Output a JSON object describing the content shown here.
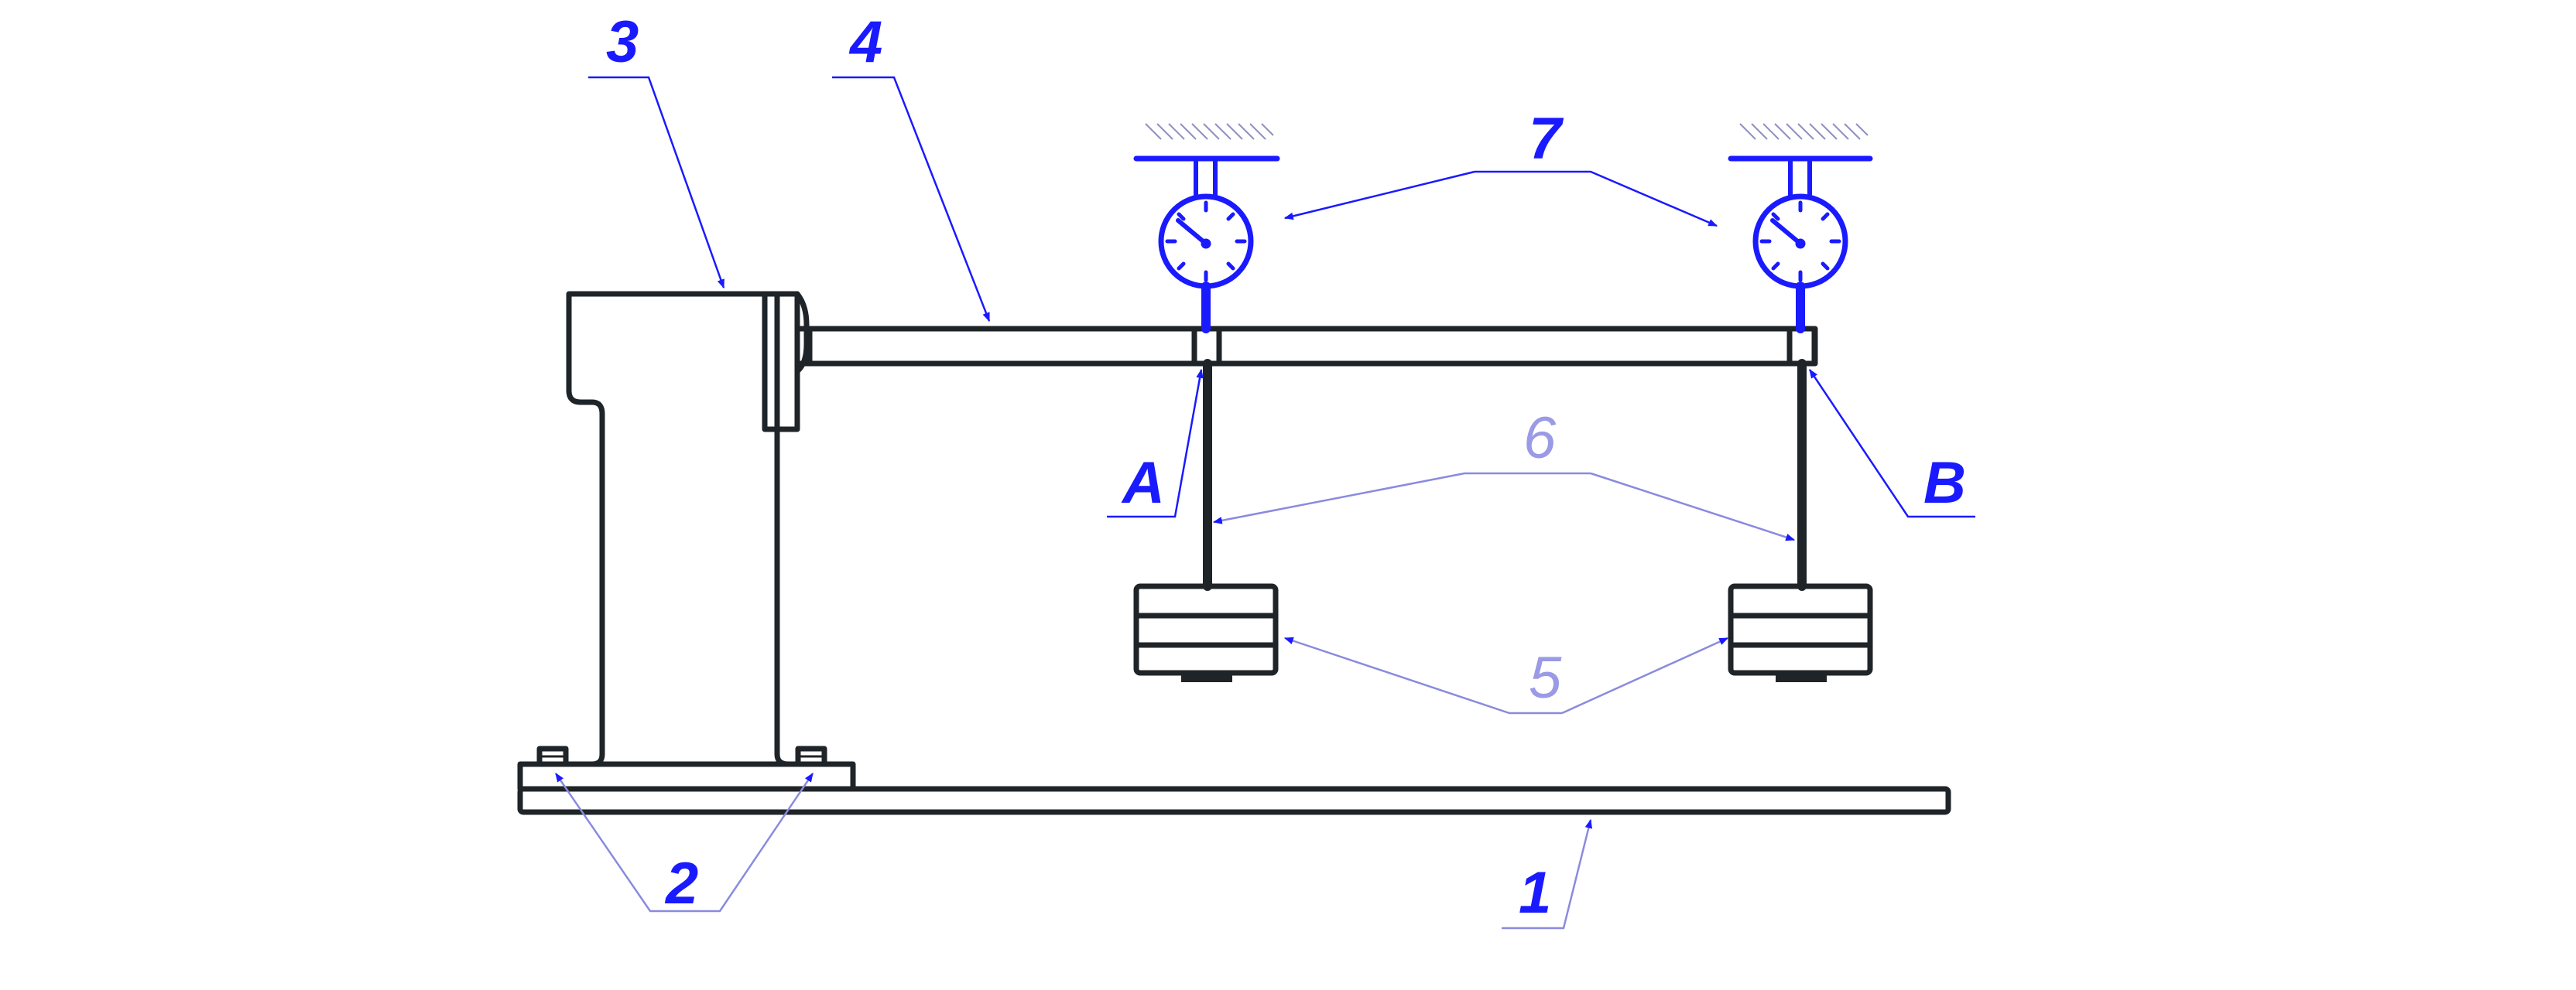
{
  "diagram": {
    "labels": {
      "base_plate": "1",
      "bolts": "2",
      "stand": "3",
      "beam": "4",
      "weights": "5",
      "rods": "6",
      "dial_gauges": "7",
      "point_a": "A",
      "point_b": "B"
    },
    "colors": {
      "structure": "#1f2428",
      "gauge": "#1a1aff",
      "leader": "#1a1aff",
      "leader_faint": "#8a8adf"
    }
  }
}
